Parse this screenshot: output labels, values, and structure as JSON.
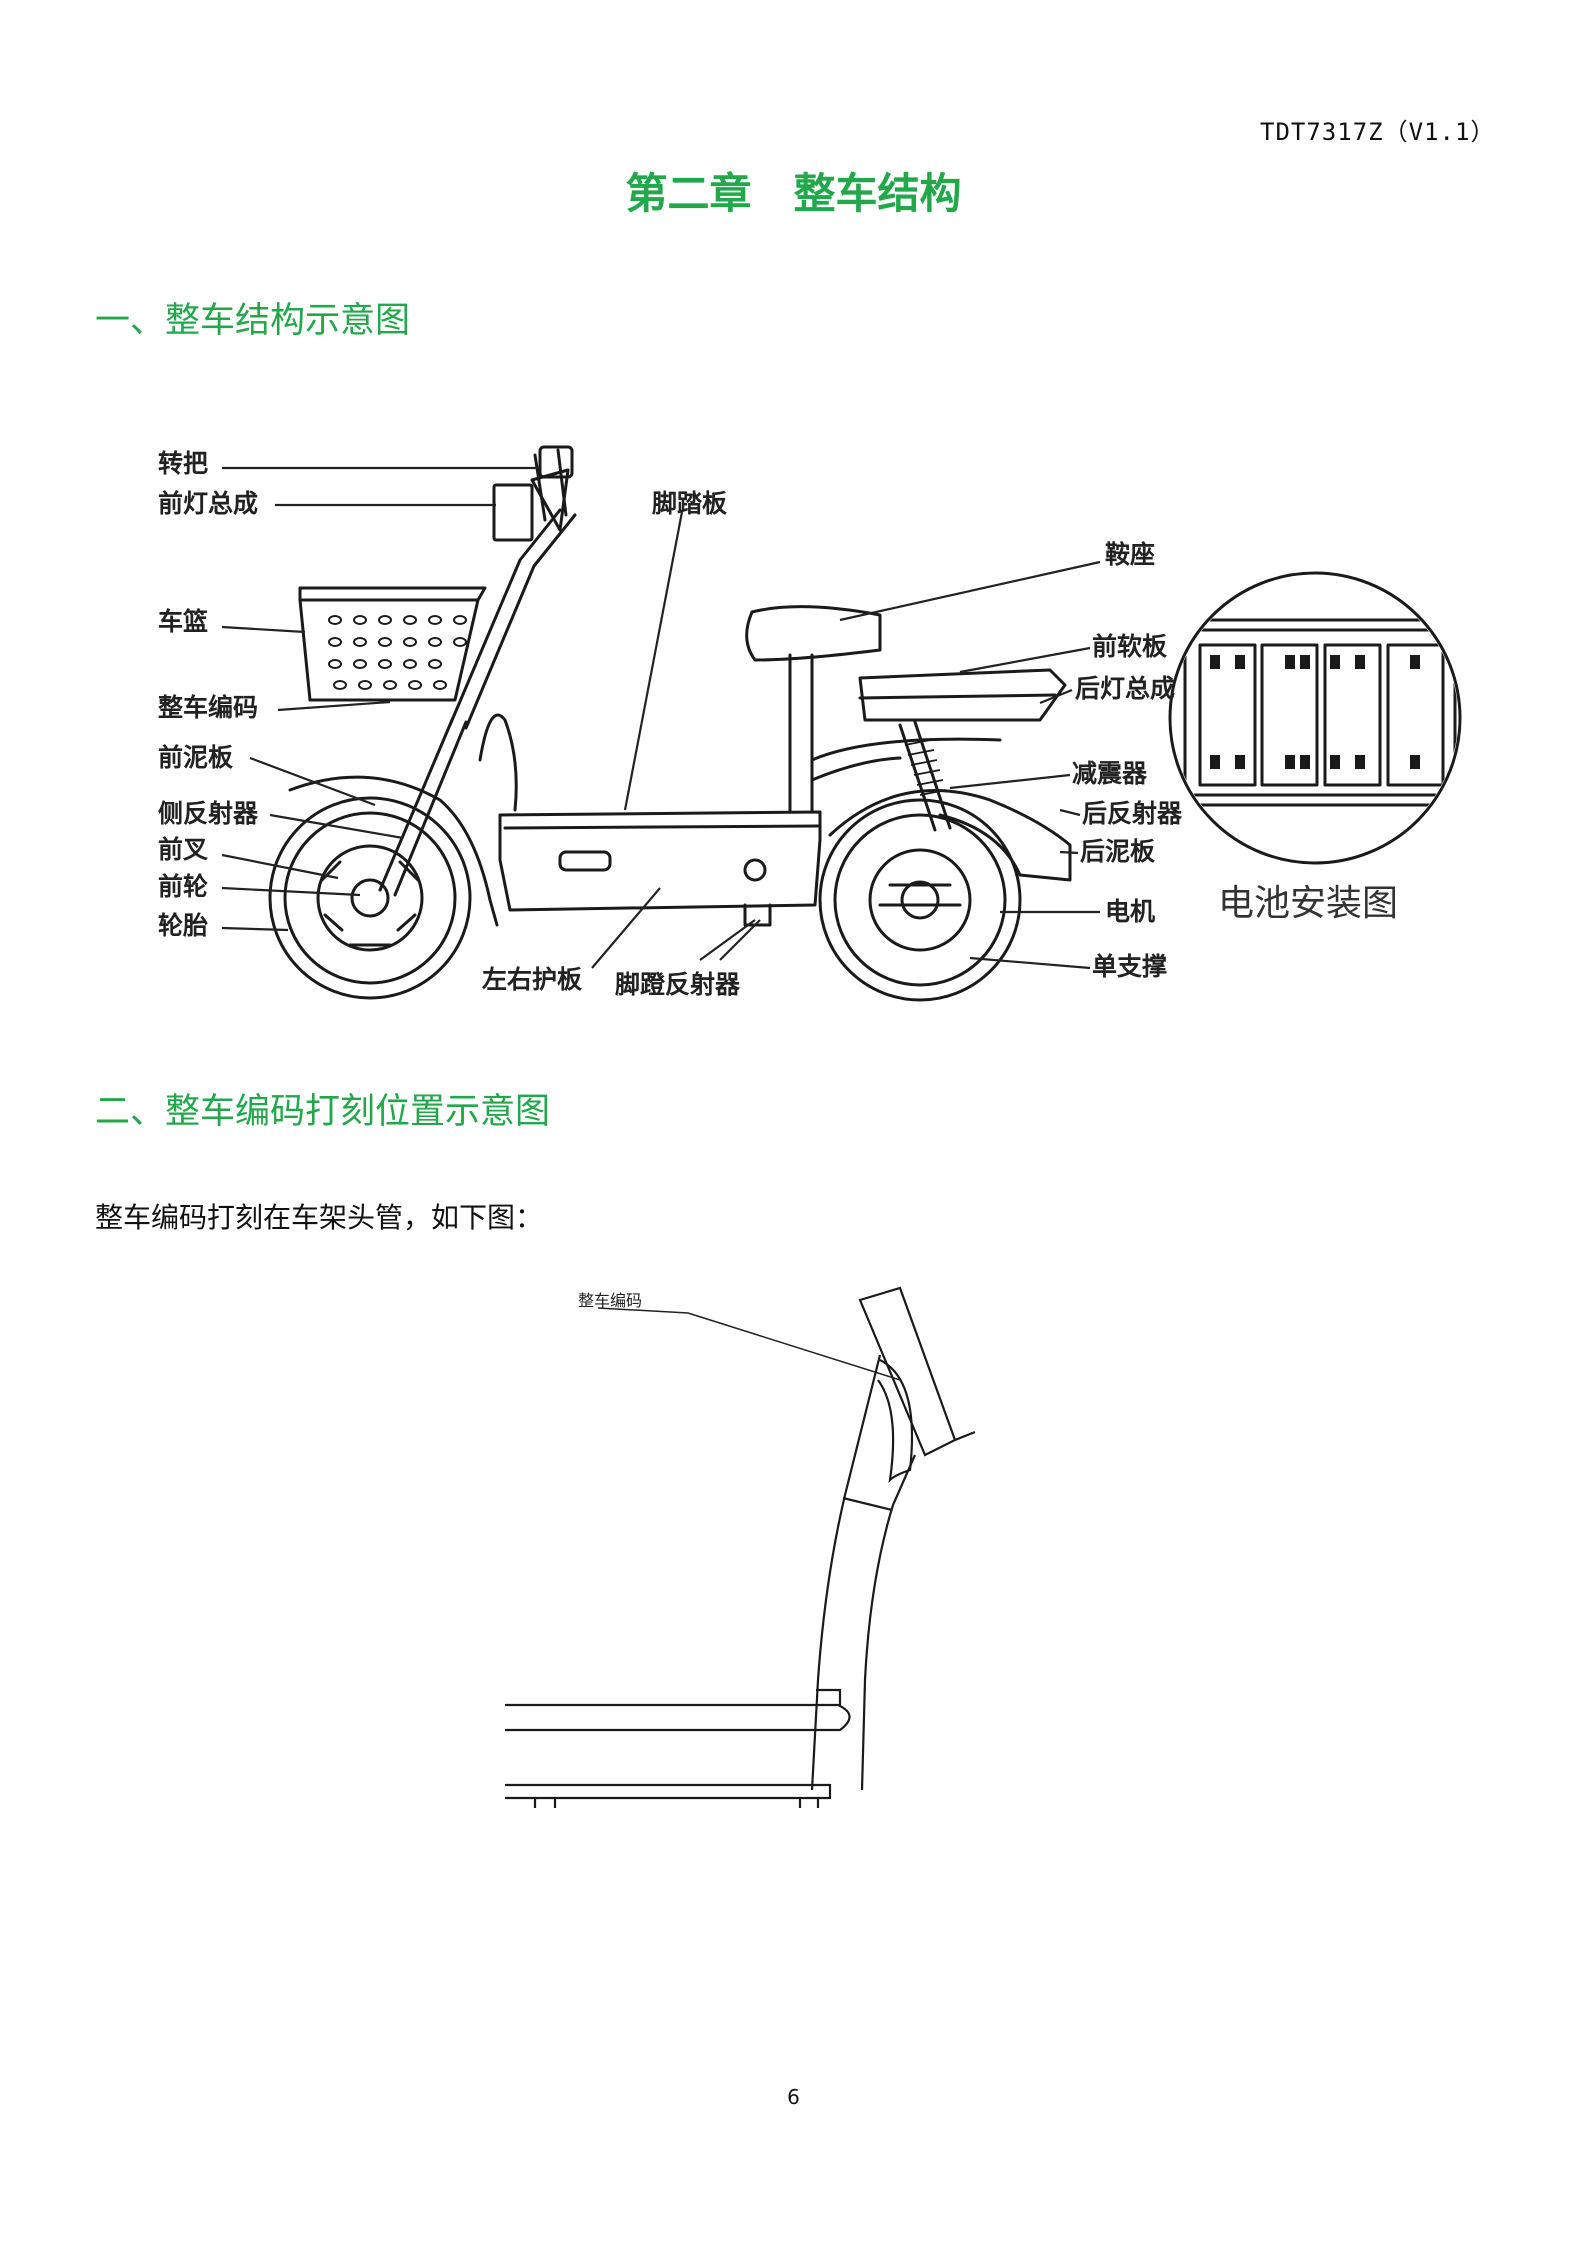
{
  "header": {
    "doc_code": "TDT7317Z（V1.1）"
  },
  "chapter_title": "第二章　整车结构",
  "section1": {
    "heading": "一、整车结构示意图",
    "labels": {
      "throttle": "转把",
      "headlight": "前灯总成",
      "basket": "车篮",
      "vin": "整车编码",
      "front_fender": "前泥板",
      "side_reflector": "侧反射器",
      "front_fork": "前叉",
      "front_wheel": "前轮",
      "tire": "轮胎",
      "footboard": "脚踏板",
      "saddle": "鞍座",
      "front_soft_panel": "前软板",
      "taillight": "后灯总成",
      "shock": "减震器",
      "rear_reflector": "后反射器",
      "rear_fender": "后泥板",
      "motor": "电机",
      "stand": "单支撑",
      "side_guards": "左右护板",
      "pedal_reflector": "脚蹬反射器",
      "battery_install": "电池安装图"
    }
  },
  "section2": {
    "heading": "二、整车编码打刻位置示意图",
    "intro": "整车编码打刻在车架头管，如下图：",
    "diagram_label": "整车编码"
  },
  "page_number": "6"
}
